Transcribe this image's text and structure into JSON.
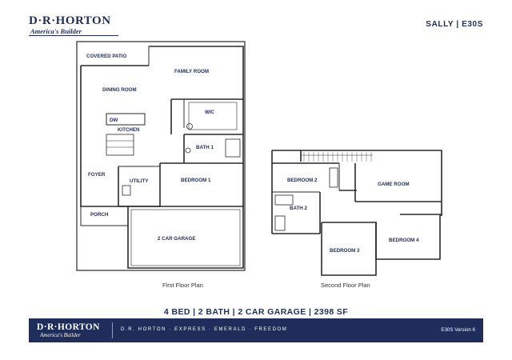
{
  "brand": {
    "logo_text": "D·R·HORTON",
    "tagline": "America's Builder"
  },
  "plan_name": "SALLY | E30S",
  "first_floor": {
    "caption": "First Floor Plan",
    "rooms": {
      "covered_patio": "COVERED PATIO",
      "family_room": "FAMILY ROOM",
      "dining_room": "DINING ROOM",
      "wic": "WIC",
      "dw": "DW",
      "kitchen": "KITCHEN",
      "bath1": "BATH 1",
      "foyer": "FOYER",
      "utility": "UTILITY",
      "bedroom1": "BEDROOM 1",
      "porch": "PORCH",
      "garage": "2 CAR GARAGE"
    }
  },
  "second_floor": {
    "caption": "Second Floor Plan",
    "rooms": {
      "bedroom2": "BEDROOM 2",
      "game_room": "GAME ROOM",
      "bath2": "BATH 2",
      "bedroom3": "BEDROOM 3",
      "bedroom4": "BEDROOM 4"
    }
  },
  "specs": "4 BED | 2 BATH | 2 CAR GARAGE | 2398 SF",
  "footer": {
    "logo_text": "D·R·HORTON",
    "tagline": "America's Builder",
    "brands": "D.R. HORTON  ·  EXPRESS  ·  EMERALD  ·  FREEDOM",
    "version": "E30S Version 6"
  },
  "colors": {
    "brand_navy": "#1e2d5a",
    "wall": "#2a2a2a"
  }
}
